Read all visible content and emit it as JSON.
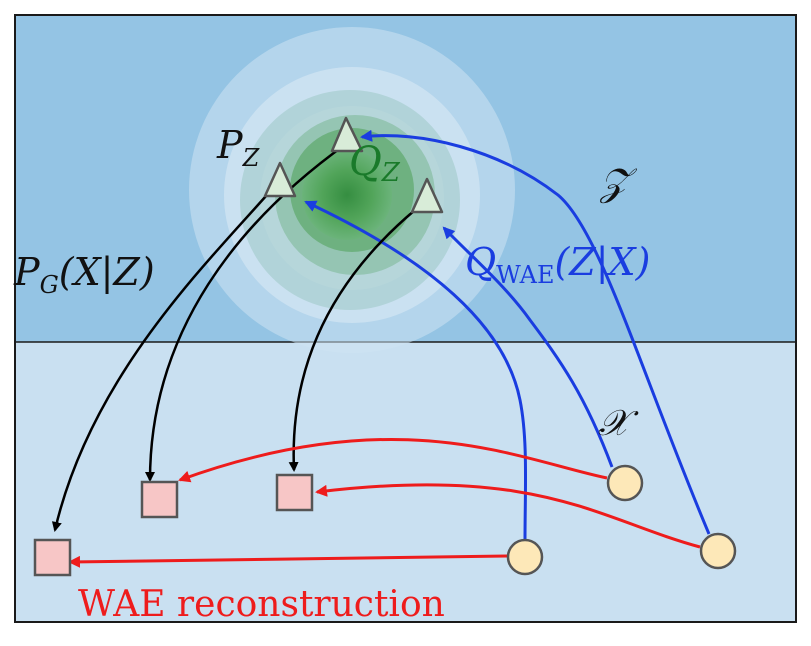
{
  "labels": {
    "pz_main": "P",
    "pz_sub": "Z",
    "qz_main": "Q",
    "qz_sub": "Z",
    "latent_space": "𝒵",
    "data_space": "𝒳",
    "decoder": "P",
    "decoder_sub": "G",
    "decoder_args": "(X|Z)",
    "encoder": "Q",
    "encoder_sub": "WAE",
    "encoder_args": "(Z|X)",
    "reconstruction": "WAE reconstruction"
  },
  "colors": {
    "latent_bg": "#94c4e4",
    "data_bg": "#c9e0f1",
    "border": "#1a1a1a",
    "decoder_arrow": "#000000",
    "encoder_arrow": "#1a3de0",
    "reconstruction_arrow": "#ee1c1c",
    "qz_label": "#1a7a2a",
    "triangle_fill": "#d8ecd8",
    "triangle_stroke": "#555555",
    "square_fill": "#f7c6c6",
    "square_stroke": "#555555",
    "circle_fill": "#fde8b8",
    "circle_stroke": "#555555"
  },
  "shapes": {
    "latent_codes": "triangle",
    "reconstructions": "square",
    "data_points": "circle"
  }
}
